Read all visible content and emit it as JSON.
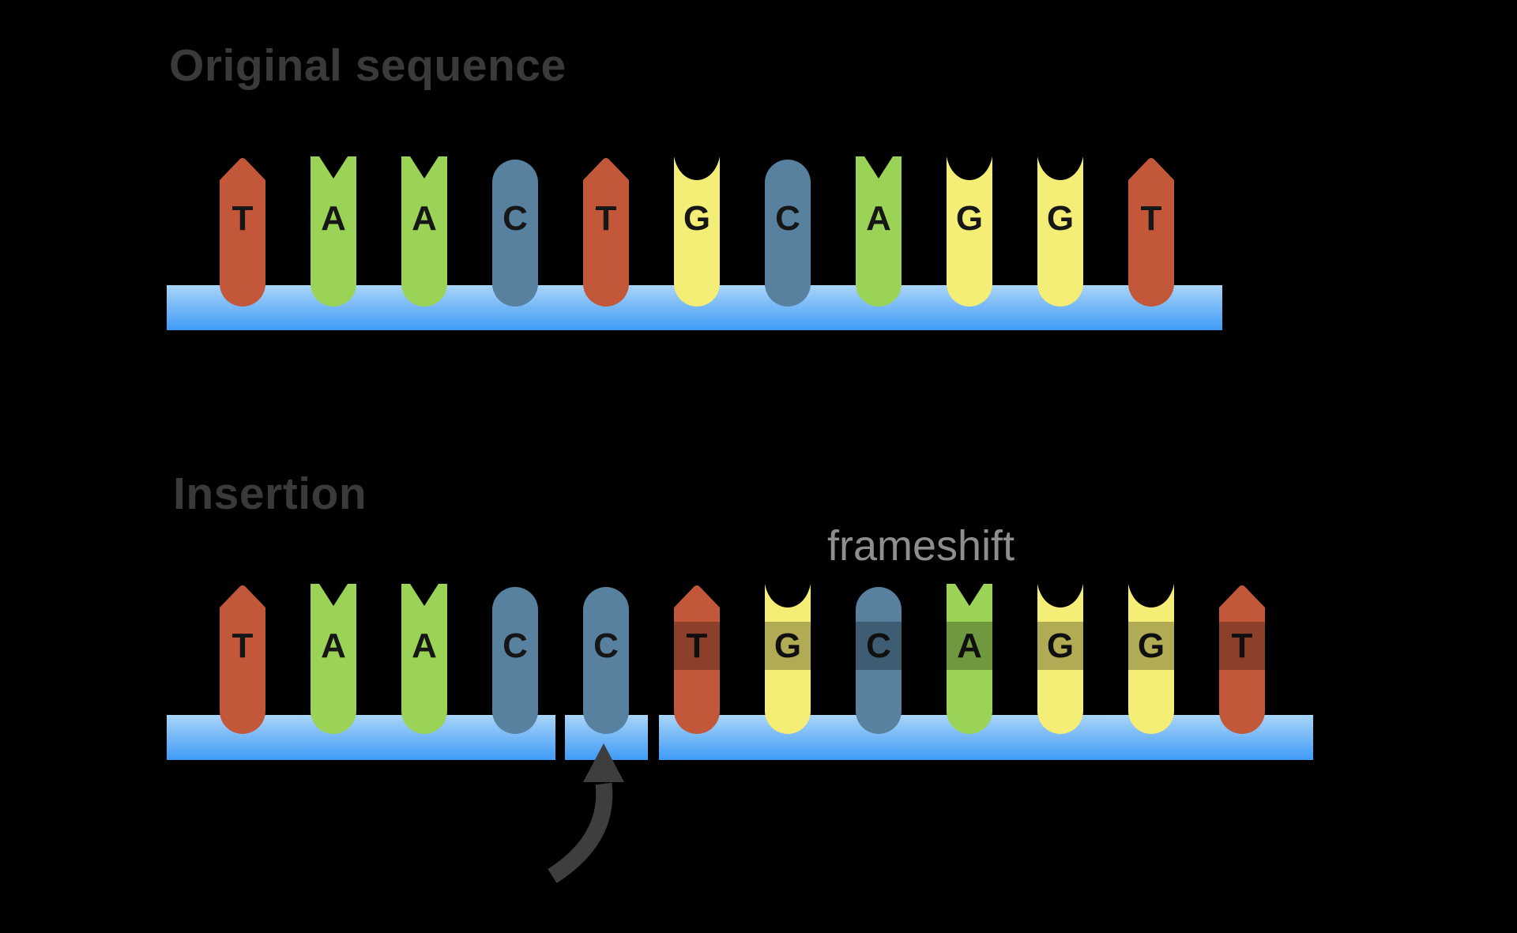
{
  "background_color": "#000000",
  "palette": {
    "T": "#c25839",
    "A": "#9bd356",
    "C": "#57819f",
    "G": "#f5ee76",
    "backbone_gradient_top": "#a9d5f8",
    "backbone_gradient_mid": "#6fb4f7",
    "backbone_gradient_bottom": "#3f9bf6",
    "section_title_color": "#3a3a3a",
    "frameshift_label_color": "#8e8e8e",
    "nucleotide_letter_color": "#161616",
    "arrow_color": "#3e3e3e",
    "frameshift_shade": "rgba(0,0,0,0.28)"
  },
  "sections": {
    "original": {
      "title": "Original sequence",
      "sequence": [
        "T",
        "A",
        "A",
        "C",
        "T",
        "G",
        "C",
        "A",
        "G",
        "G",
        "T"
      ]
    },
    "insertion": {
      "title": "Insertion",
      "frameshift_label": "frameshift",
      "sequence": [
        "T",
        "A",
        "A",
        "C",
        "C",
        "T",
        "G",
        "C",
        "A",
        "G",
        "G",
        "T"
      ],
      "inserted_base": "C",
      "inserted_base_index": 4,
      "frameshift_start_index": 5
    }
  }
}
